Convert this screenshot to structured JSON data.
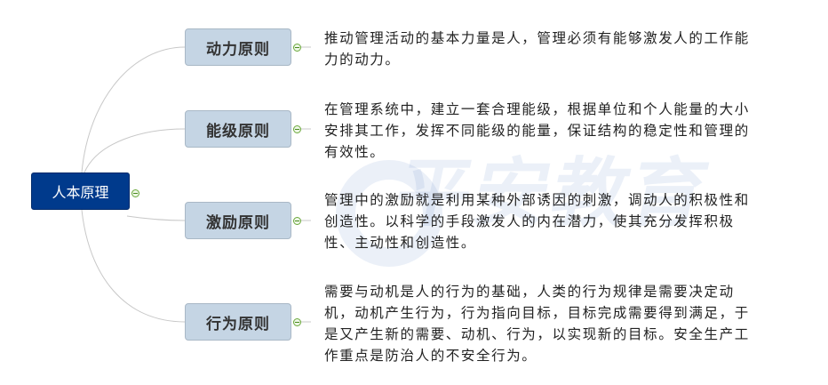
{
  "root": {
    "label": "人本原理"
  },
  "topics": [
    {
      "label": "动力原则",
      "description": "推动管理活动的基本力量是人，管理必须有能够激发人的工作能力的动力。"
    },
    {
      "label": "能级原则",
      "description": "在管理系统中，建立一套合理能级，根据单位和个人能量的大小安排其工作，发挥不同能级的能量，保证结构的稳定性和管理的有效性。"
    },
    {
      "label": "激励原则",
      "description": "管理中的激励就是利用某种外部诱因的刺激，调动人的积极性和创造性。以科学的手段激发人的内在潜力，使其充分发挥积极性、主动性和创造性。"
    },
    {
      "label": "行为原则",
      "description": "需要与动机是人的行为的基础，人类的行为规律是需要决定动机，动机产生行为，行为指向目标，目标完成需要得到满足，于是又产生新的需要、动机、行为，以实现新的目标。安全生产工作重点是防治人的不安全行为。"
    }
  ],
  "watermark": {
    "text": "平安教育"
  },
  "colors": {
    "root_bg": "#003a8c",
    "topic_bg": "#c5d5e4",
    "connector": "#c8c8c8",
    "collapse": "#6aa83a"
  }
}
